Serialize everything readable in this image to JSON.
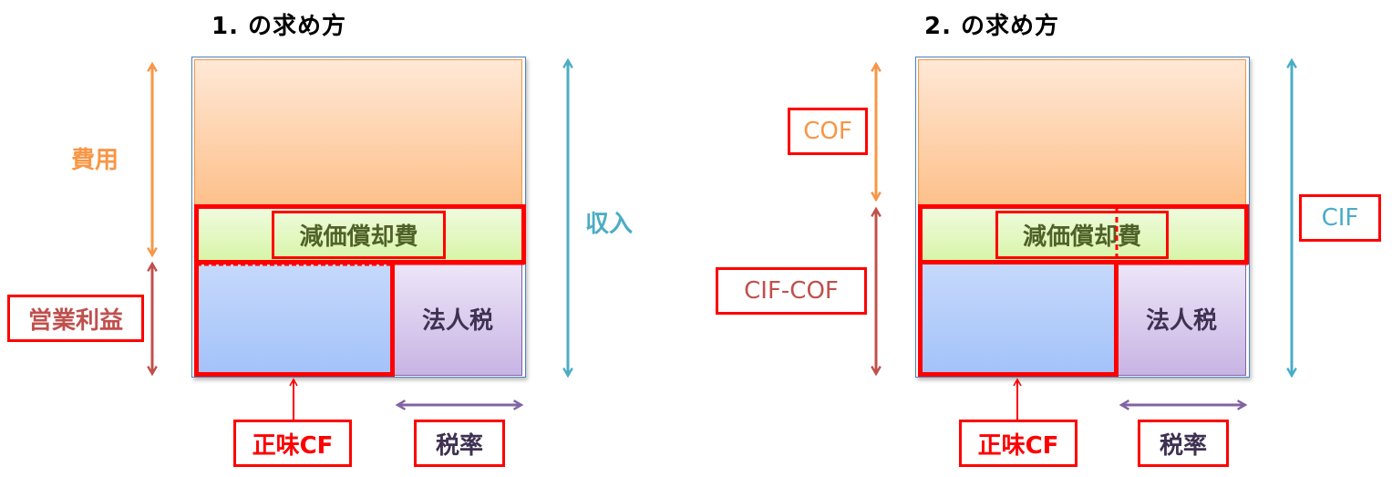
{
  "colors": {
    "cost_arrow": "#f79646",
    "profit_arrow": "#c0504d",
    "revenue_arrow": "#4bacc6",
    "tax_rate_arrow": "#8064a2",
    "highlight": "#ff0000",
    "depreciation_text": "#4f6228",
    "tax_text": "#3f3151"
  },
  "diagrams": [
    {
      "title": "1. の求め方",
      "left_upper_label": "費用",
      "left_lower_label": "営業利益",
      "right_label": "収入",
      "depreciation_label": "減価償却費",
      "tax_label": "法人税",
      "net_cf_label": "正味CF",
      "tax_rate_label": "税率"
    },
    {
      "title": "2. の求め方",
      "left_upper_label": "COF",
      "left_lower_label": "CIF-COF",
      "right_label": "CIF",
      "depreciation_label": "減価償却費",
      "tax_label": "法人税",
      "net_cf_label": "正味CF",
      "tax_rate_label": "税率"
    }
  ]
}
